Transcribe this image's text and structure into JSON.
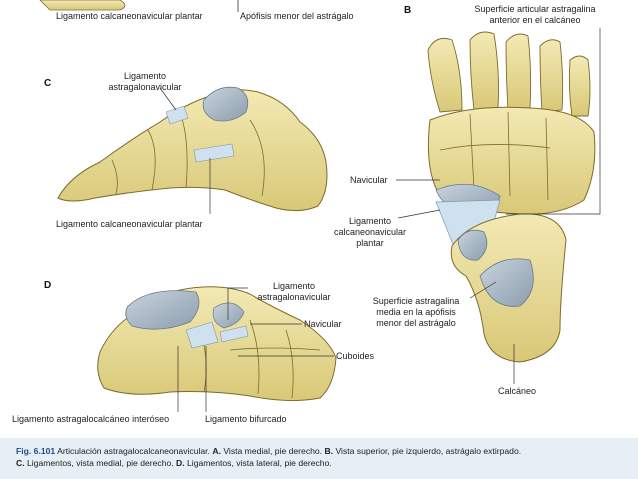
{
  "labels": {
    "top_ligamento_calcaneonavicular": "Ligamento calcaneonavicular plantar",
    "top_apofisis_menor": "Apófisis menor del astrágalo",
    "panel_b": "B",
    "superficie_articular_line1": "Superficie articular astragalina",
    "superficie_articular_line2": "anterior en el calcáneo",
    "panel_c": "C",
    "c_ligamento_line1": "Ligamento",
    "c_ligamento_line2": "astragalonavicular",
    "c_ligamento_calcaneonavicular": "Ligamento calcaneonavicular plantar",
    "b_navicular": "Navicular",
    "b_ligamento_line1": "Ligamento",
    "b_ligamento_line2": "calcaneonavicular",
    "b_ligamento_line3": "plantar",
    "b_superficie_line1": "Superficie astragalina",
    "b_superficie_line2": "media en la apófisis",
    "b_superficie_line3": "menor del astrágalo",
    "b_calcaneo": "Calcáneo",
    "panel_d": "D",
    "d_ligamento_line1": "Ligamento",
    "d_ligamento_line2": "astragalonavicular",
    "d_navicular": "Navicular",
    "d_cuboides": "Cuboides",
    "d_ligamento_interoseo": "Ligamento astragalocalcáneo interóseo",
    "d_ligamento_bifurcado": "Ligamento bifurcado"
  },
  "caption": {
    "fig": "Fig. 6.101",
    "line1_a": "Articulación astragalocalcaneonavicular.",
    "line1_a_key": "A.",
    "line1_a_text": "Vista medial, pie derecho.",
    "line1_b_key": "B.",
    "line1_b_text": "Vista superior, pie izquierdo, astrágalo extirpado.",
    "line2_c_key": "C.",
    "line2_c_text": "Ligamentos, vista medial, pie derecho.",
    "line2_d_key": "D.",
    "line2_d_text": "Ligamentos, vista lateral, pie derecho."
  },
  "colors": {
    "bone": "#eadf9c",
    "bone_dark": "#c9b865",
    "bone_outline": "#7d6b2c",
    "cartilage": "#a9b8c6",
    "ligament": "#cfe0ee",
    "caption_bg": "#e6eef6",
    "caption_fig": "#1e4f86"
  }
}
